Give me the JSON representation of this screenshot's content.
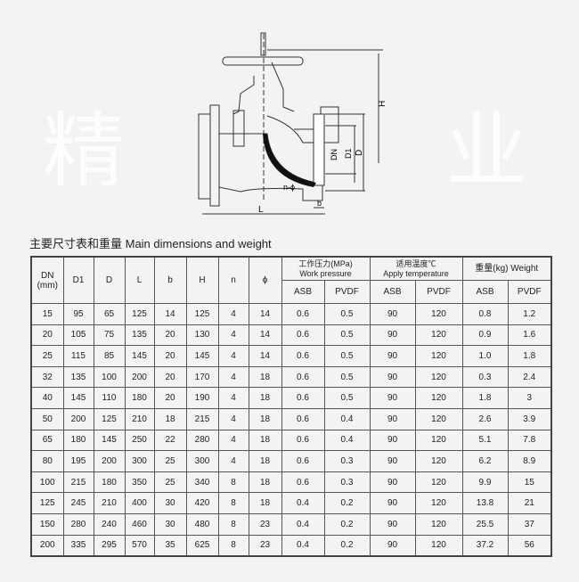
{
  "watermark": {
    "chars": [
      "精",
      "业"
    ]
  },
  "drawing_labels": {
    "H": "H",
    "DN": "DN",
    "D1": "D1",
    "D": "D",
    "L": "L",
    "b": "b",
    "n_phi": "n-ϕ"
  },
  "title": "主要尺寸表和重量 Main dimensions and weight",
  "headers": {
    "dn": "DN",
    "dn_unit": "(mm)",
    "d1": "D1",
    "d": "D",
    "l": "L",
    "b": "b",
    "h": "H",
    "n": "n",
    "phi": "ϕ",
    "pressure_cn": "工作压力(MPa)",
    "pressure_en": "Work pressure",
    "temp_cn": "适用温度℃",
    "temp_en": "Apply temperature",
    "weight": "重量(kg) Weight",
    "sub": [
      "ASB",
      "PVDF",
      "ASB",
      "PVDF",
      "ASB",
      "PVDF"
    ]
  },
  "rows": [
    [
      "15",
      "95",
      "65",
      "125",
      "14",
      "125",
      "4",
      "14",
      "0.6",
      "0.5",
      "90",
      "120",
      "0.8",
      "1.2"
    ],
    [
      "20",
      "105",
      "75",
      "135",
      "20",
      "130",
      "4",
      "14",
      "0.6",
      "0.5",
      "90",
      "120",
      "0.9",
      "1.6"
    ],
    [
      "25",
      "115",
      "85",
      "145",
      "20",
      "145",
      "4",
      "14",
      "0.6",
      "0.5",
      "90",
      "120",
      "1.0",
      "1.8"
    ],
    [
      "32",
      "135",
      "100",
      "200",
      "20",
      "170",
      "4",
      "18",
      "0.6",
      "0.5",
      "90",
      "120",
      "0.3",
      "2.4"
    ],
    [
      "40",
      "145",
      "110",
      "180",
      "20",
      "190",
      "4",
      "18",
      "0.6",
      "0.5",
      "90",
      "120",
      "1.8",
      "3"
    ],
    [
      "50",
      "200",
      "125",
      "210",
      "18",
      "215",
      "4",
      "18",
      "0.6",
      "0.4",
      "90",
      "120",
      "2.6",
      "3.9"
    ],
    [
      "65",
      "180",
      "145",
      "250",
      "22",
      "280",
      "4",
      "18",
      "0.6",
      "0.4",
      "90",
      "120",
      "5.1",
      "7.8"
    ],
    [
      "80",
      "195",
      "200",
      "300",
      "25",
      "300",
      "4",
      "18",
      "0.6",
      "0.3",
      "90",
      "120",
      "6.2",
      "8.9"
    ],
    [
      "100",
      "215",
      "180",
      "350",
      "25",
      "340",
      "8",
      "18",
      "0.6",
      "0.3",
      "90",
      "120",
      "9.9",
      "15"
    ],
    [
      "125",
      "245",
      "210",
      "400",
      "30",
      "420",
      "8",
      "18",
      "0.4",
      "0.2",
      "90",
      "120",
      "13.8",
      "21"
    ],
    [
      "150",
      "280",
      "240",
      "460",
      "30",
      "480",
      "8",
      "23",
      "0.4",
      "0.2",
      "90",
      "120",
      "25.5",
      "37"
    ],
    [
      "200",
      "335",
      "295",
      "570",
      "35",
      "625",
      "8",
      "23",
      "0.4",
      "0.2",
      "90",
      "120",
      "37.2",
      "56"
    ]
  ]
}
